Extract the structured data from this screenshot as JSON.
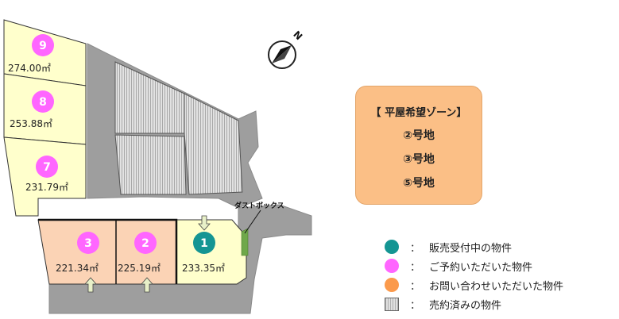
{
  "colors": {
    "available": "#149593",
    "reserved": "#ff66ff",
    "inquiry": "#fb9a4c",
    "road": "#9e9e9e",
    "lot_yellow": "#ffffcc",
    "lot_peach": "#fbd3b5",
    "info_bg": "#fbbf86"
  },
  "lots": [
    {
      "number": "9",
      "area": "274.00㎡",
      "status": "reserved"
    },
    {
      "number": "8",
      "area": "253.88㎡",
      "status": "reserved"
    },
    {
      "number": "7",
      "area": "231.79㎡",
      "status": "reserved"
    },
    {
      "number": "3",
      "area": "221.34㎡",
      "status": "reserved"
    },
    {
      "number": "2",
      "area": "225.19㎡",
      "status": "reserved"
    },
    {
      "number": "1",
      "area": "233.35㎡",
      "status": "available"
    }
  ],
  "dust_box_label": "ダストボックス",
  "north_label": "N",
  "info_box": {
    "title": "【 平屋希望ゾーン】",
    "items": [
      "②号地",
      "③号地",
      "⑤号地"
    ]
  },
  "legend": {
    "colon": "：",
    "items": [
      {
        "label": "販売受付中の物件",
        "marker": "available"
      },
      {
        "label": "ご予約いただいた物件",
        "marker": "reserved"
      },
      {
        "label": "お問い合わせいただいた物件",
        "marker": "inquiry"
      },
      {
        "label": "売約済みの物件",
        "marker": "sold-hatch"
      }
    ]
  }
}
